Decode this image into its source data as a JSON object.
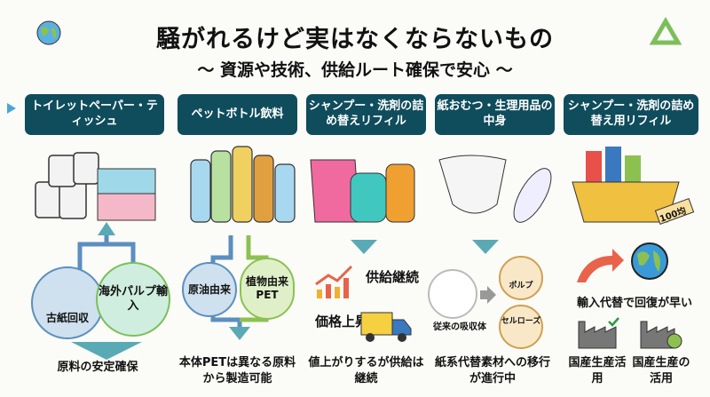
{
  "title": "騒がれるけど実はなくならないもの",
  "subtitle": "～ 資源や技術、供給ルート確保で安心 ～",
  "colors": {
    "header_bg": "#0f4c5c",
    "arrow": "#5aaab5",
    "accent_red": "#e8634a",
    "green": "#8cc152"
  },
  "columns": [
    {
      "header": "トイレットペーパー・ティッシュ",
      "circle_left": "古紙回収",
      "circle_right": "海外パルプ輸入",
      "result": "原料の安定確保"
    },
    {
      "header": "ペットボトル飲料",
      "circle_left": "原油由来",
      "circle_right": "植物由来PET",
      "result": "本体PETは異なる原料から製造可能"
    },
    {
      "header": "シャンプー・洗剤の詰め替えリフィル",
      "label_supply": "供給継続",
      "label_price": "価格上昇",
      "result": "値上がりするが供給は継続"
    },
    {
      "header": "紙おむつ・生理用品の中身",
      "label_old": "従来の吸収体",
      "label_pulp": "ポルプ",
      "label_cellulose": "セルローズ",
      "result": "紙系代替素材への移行が進行中"
    },
    {
      "header": "シャンプー・洗剤の詰め替え用リフィル",
      "basket_tag": "100均",
      "import_label": "輸入代替で回復が早い",
      "factory_1": "国産生産活用",
      "factory_2": "国産生産の活用"
    }
  ]
}
